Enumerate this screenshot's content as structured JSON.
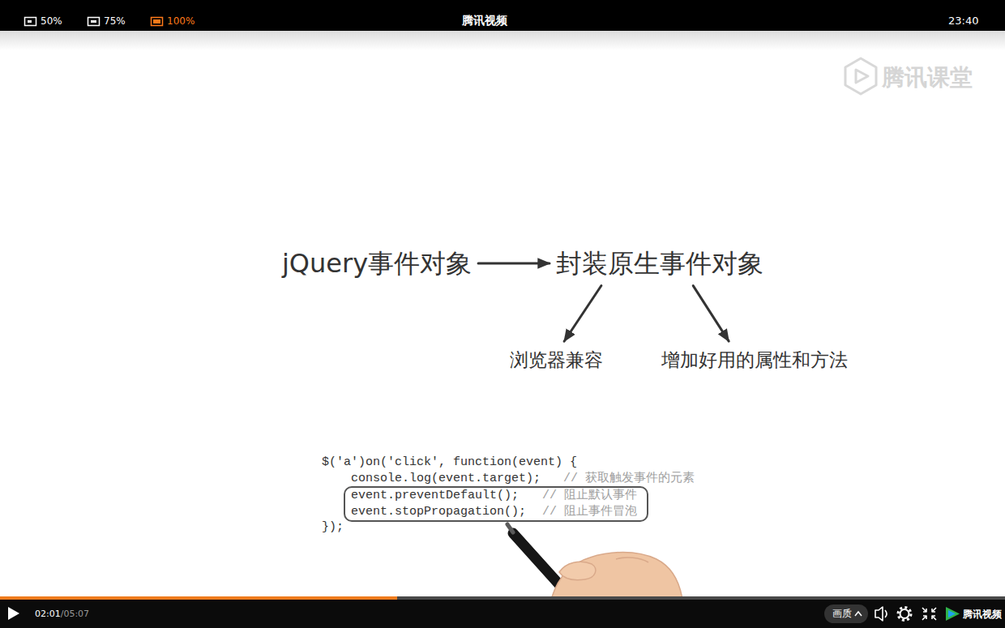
{
  "diagram": {
    "nodes": [
      {
        "text": [
          "jQuery事件对象"
        ]
      },
      {
        "text": [
          "封装原生事件对象"
        ]
      },
      {
        "text": [
          "浏览器兼容"
        ]
      },
      {
        "text": [
          "增加好用的属性和方法"
        ]
      },
      {
        "text": [
          "event.preventDefault();",
          "// 阻止默认事件",
          "event.stopPropagation();",
          "// 阻止事件冒泡"
        ]
      },
      {
        "text": [
          "画质"
        ]
      }
    ],
    "edges": [
      {
        "from": 0,
        "to": 1,
        "arrow": "to"
      },
      {
        "from": 1,
        "to": 2,
        "arrow": "to"
      },
      {
        "from": 1,
        "to": 3,
        "arrow": "to"
      }
    ],
    "labels": [
      "50%",
      "75%",
      "100%",
      "腾讯视频",
      "23:40",
      "腾讯课堂",
      "$('a')on('click', function(event) {",
      "console.log(event.target);",
      "// 获取触发事件的元素",
      "});",
      "02:01",
      "/05:07",
      "腾讯视频"
    ]
  }
}
